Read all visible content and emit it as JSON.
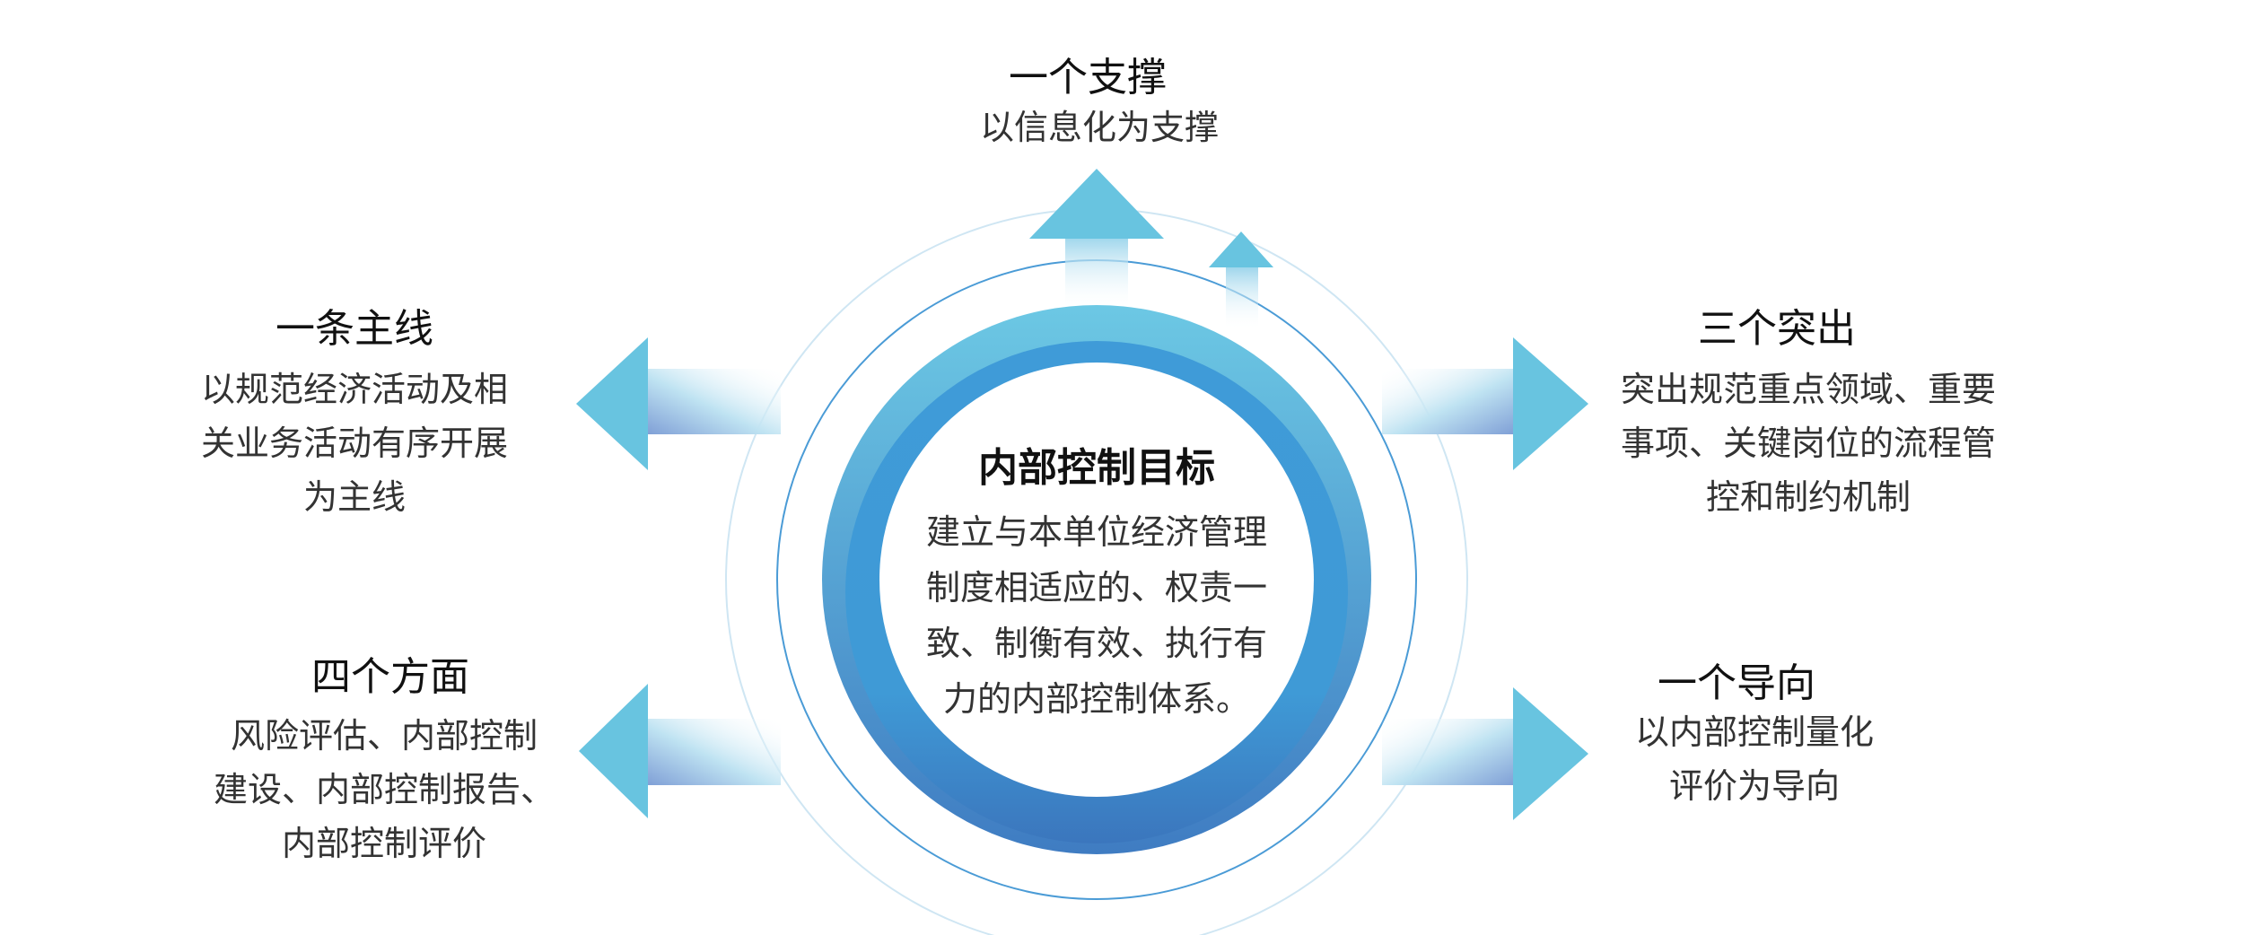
{
  "center": {
    "title": "内部控制目标",
    "lines": [
      "建立与本单位经济管理",
      "制度相适应的、权责一",
      "致、制衡有效、执行有",
      "力的内部控制体系。"
    ]
  },
  "top": {
    "title": "一个支撑",
    "lines": [
      "以信息化为支撑"
    ]
  },
  "left_top": {
    "title": "一条主线",
    "lines": [
      "以规范经济活动及相",
      "关业务活动有序开展",
      "为主线"
    ]
  },
  "left_bottom": {
    "title": "四个方面",
    "lines": [
      "风险评估、内部控制",
      "建设、内部控制报告、",
      "内部控制评价"
    ]
  },
  "right_top": {
    "title": "三个突出",
    "lines": [
      "突出规范重点领域、重要",
      "事项、关键岗位的流程管",
      "控和制约机制"
    ]
  },
  "right_bottom": {
    "title": "一个导向",
    "lines": [
      "以内部控制量化",
      "评价为导向"
    ]
  },
  "colors": {
    "arrow": "#68c4e0",
    "ring_top": "#6ac5e2",
    "ring_bottom": "#3f7fc4",
    "band": "#3e9ad6"
  }
}
